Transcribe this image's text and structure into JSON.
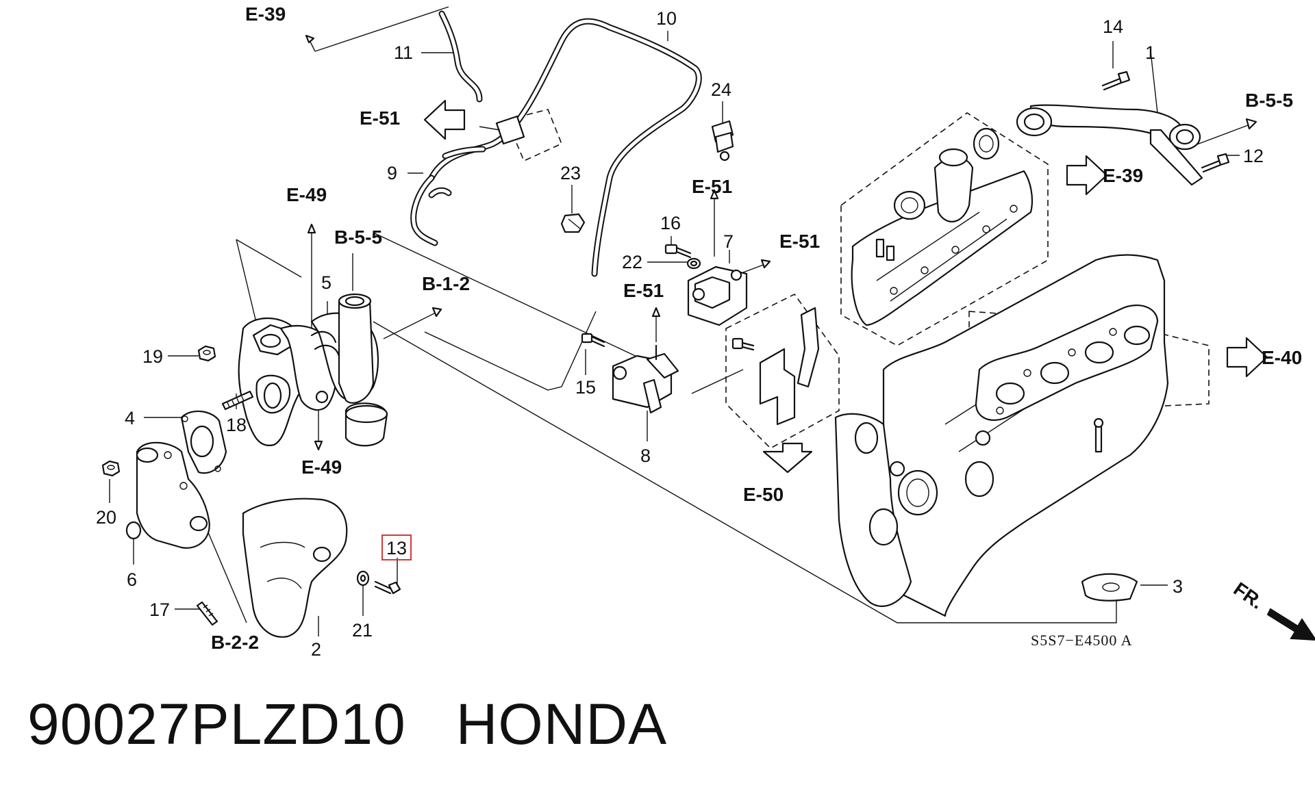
{
  "callouts": {
    "c1": "1",
    "c2": "2",
    "c3": "3",
    "c4": "4",
    "c5": "5",
    "c6": "6",
    "c7": "7",
    "c8": "8",
    "c9": "9",
    "c10": "10",
    "c11": "11",
    "c12": "12",
    "c13": "13",
    "c14": "14",
    "c15": "15",
    "c16": "16",
    "c17": "17",
    "c18": "18",
    "c19": "19",
    "c20": "20",
    "c21": "21",
    "c22": "22",
    "c23": "23",
    "c24": "24"
  },
  "highlighted_callout": "13",
  "references": {
    "e39_top": "E-39",
    "e51_left": "E-51",
    "e49_top": "E-49",
    "b55_left": "B-5-5",
    "b12": "B-1-2",
    "e49_bottom": "E-49",
    "b22": "B-2-2",
    "e51_mid": "E-51",
    "e51_valve": "E-51",
    "e51_right": "E-51",
    "e50": "E-50",
    "e39_right": "E-39",
    "b55_right": "B-5-5",
    "e40": "E-40"
  },
  "diagram_code": "S5S7−E4500 A",
  "direction_label": "FR.",
  "footer": {
    "part_number": "90027PLZD10",
    "brand": "HONDA"
  },
  "colors": {
    "line": "#111111",
    "highlight": "#d23a3a",
    "background": "#ffffff"
  }
}
